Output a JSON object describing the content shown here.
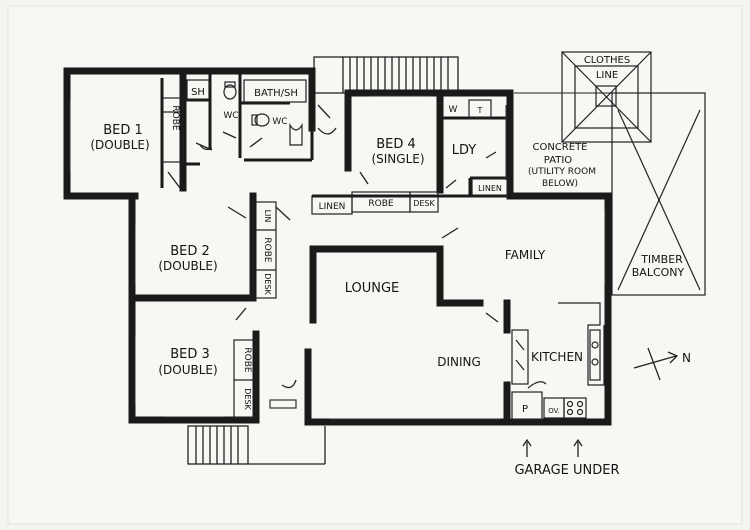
{
  "rooms": {
    "bed1": {
      "name": "BED 1",
      "type": "(DOUBLE)"
    },
    "bed2": {
      "name": "BED 2",
      "type": "(DOUBLE)"
    },
    "bed3": {
      "name": "BED 3",
      "type": "(DOUBLE)"
    },
    "bed4": {
      "name": "BED 4",
      "type": "(SINGLE)"
    },
    "laundry": "LDY",
    "lounge": "LOUNGE",
    "family": "FAMILY",
    "dining": "DINING",
    "kitchen": "KITCHEN",
    "shower": "SH",
    "wc_1": "WC",
    "bath_shower": "BATH/SH",
    "wc_2": "WC"
  },
  "fixtures": {
    "robe_bed1": "ROBE",
    "robe_bed2": "ROBE",
    "lin_bed2": "LIN",
    "desk_bed2": "DESK",
    "robe_bed3": "ROBE",
    "desk_bed3": "DESK",
    "linen_hall": "LINEN",
    "robe_bed4": "ROBE",
    "desk_bed4": "DESK",
    "linen_ldy": "LINEN",
    "w": "W",
    "tub": "T",
    "pantry": "P",
    "oven": "OV."
  },
  "outdoor": {
    "clothes_line": [
      "CLOTHES",
      "LINE"
    ],
    "concrete_patio": [
      "CONCRETE",
      "PATIO",
      "(UTILITY ROOM",
      "BELOW)"
    ],
    "timber_balcony": [
      "TIMBER",
      "BALCONY"
    ],
    "garage": "GARAGE UNDER",
    "north": "N"
  }
}
